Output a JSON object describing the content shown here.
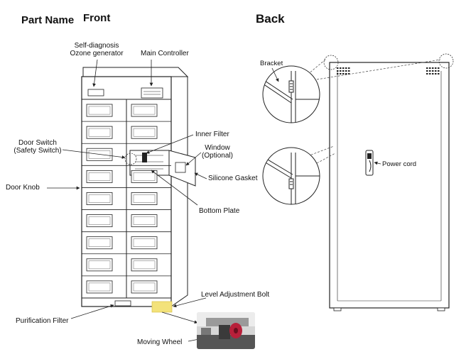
{
  "headings": {
    "part_name": "Part Name",
    "front": "Front",
    "back": "Back"
  },
  "front_labels": {
    "self_diagnosis_line1": "Self-diagnosis",
    "self_diagnosis_line2": "Ozone generator",
    "main_controller": "Main Controller",
    "door_switch_line1": "Door Switch",
    "door_switch_line2": "(Safety Switch)",
    "inner_filter": "Inner Filter",
    "window_line1": "Window",
    "window_line2": "(Optional)",
    "silicone_gasket": "Silicone Gasket",
    "door_knob": "Door Knob",
    "bottom_plate": "Bottom Plate",
    "level_adjustment_bolt": "Level Adjustment Bolt",
    "purification_filter": "Purification Filter",
    "moving_wheel": "Moving Wheel"
  },
  "back_labels": {
    "bracket": "Bracket",
    "power_cord": "Power cord"
  },
  "locker_grid": {
    "columns": 2,
    "rows": 9
  },
  "colors": {
    "line": "#222222",
    "highlight": "#f3e27a",
    "wheel": "#b8203a"
  }
}
